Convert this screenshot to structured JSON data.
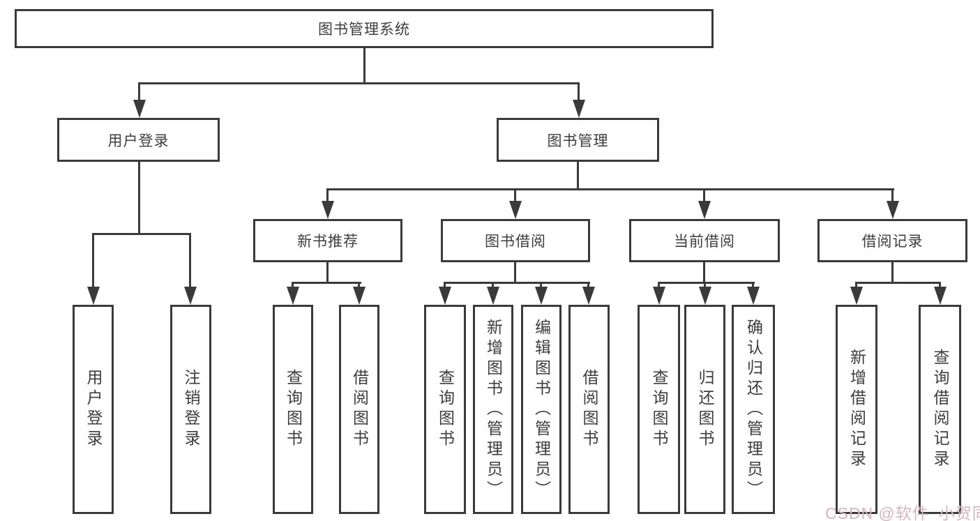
{
  "page": {
    "background": "#ffffff",
    "line_color": "#3a3a3a",
    "text_color": "#3d3d3d"
  },
  "diagram": {
    "type": "tree",
    "root": {
      "id": "library-system",
      "label": "图书管理系统"
    },
    "level2": [
      {
        "id": "user-login",
        "label": "用户登录",
        "parent": "library-system"
      },
      {
        "id": "book-management",
        "label": "图书管理",
        "parent": "library-system"
      }
    ],
    "level3": [
      {
        "id": "new-book-recommend",
        "label": "新书推荐",
        "parent": "book-management"
      },
      {
        "id": "book-borrow",
        "label": "图书借阅",
        "parent": "book-management"
      },
      {
        "id": "current-borrow",
        "label": "当前借阅",
        "parent": "book-management"
      },
      {
        "id": "borrow-records",
        "label": "借阅记录",
        "parent": "book-management"
      }
    ],
    "leaves": [
      {
        "label": "用户登录",
        "parent": "user-login"
      },
      {
        "label": "注销登录",
        "parent": "user-login"
      },
      {
        "label": "查询图书",
        "parent": "new-book-recommend"
      },
      {
        "label": "借阅图书",
        "parent": "new-book-recommend"
      },
      {
        "label": "查询图书",
        "parent": "book-borrow"
      },
      {
        "label": "新增图书（管理员）",
        "parent": "book-borrow"
      },
      {
        "label": "编辑图书（管理员）",
        "parent": "book-borrow"
      },
      {
        "label": "借阅图书",
        "parent": "book-borrow"
      },
      {
        "label": "查询图书",
        "parent": "current-borrow"
      },
      {
        "label": "归还图书",
        "parent": "current-borrow"
      },
      {
        "label": "确认归还（管理员）",
        "parent": "current-borrow"
      },
      {
        "label": "新增借阅记录",
        "parent": "borrow-records"
      },
      {
        "label": "查询借阅记录",
        "parent": "borrow-records"
      }
    ]
  },
  "watermark": {
    "text": "CSDN @软件_小贺同学",
    "color": "#d3b6bd"
  }
}
